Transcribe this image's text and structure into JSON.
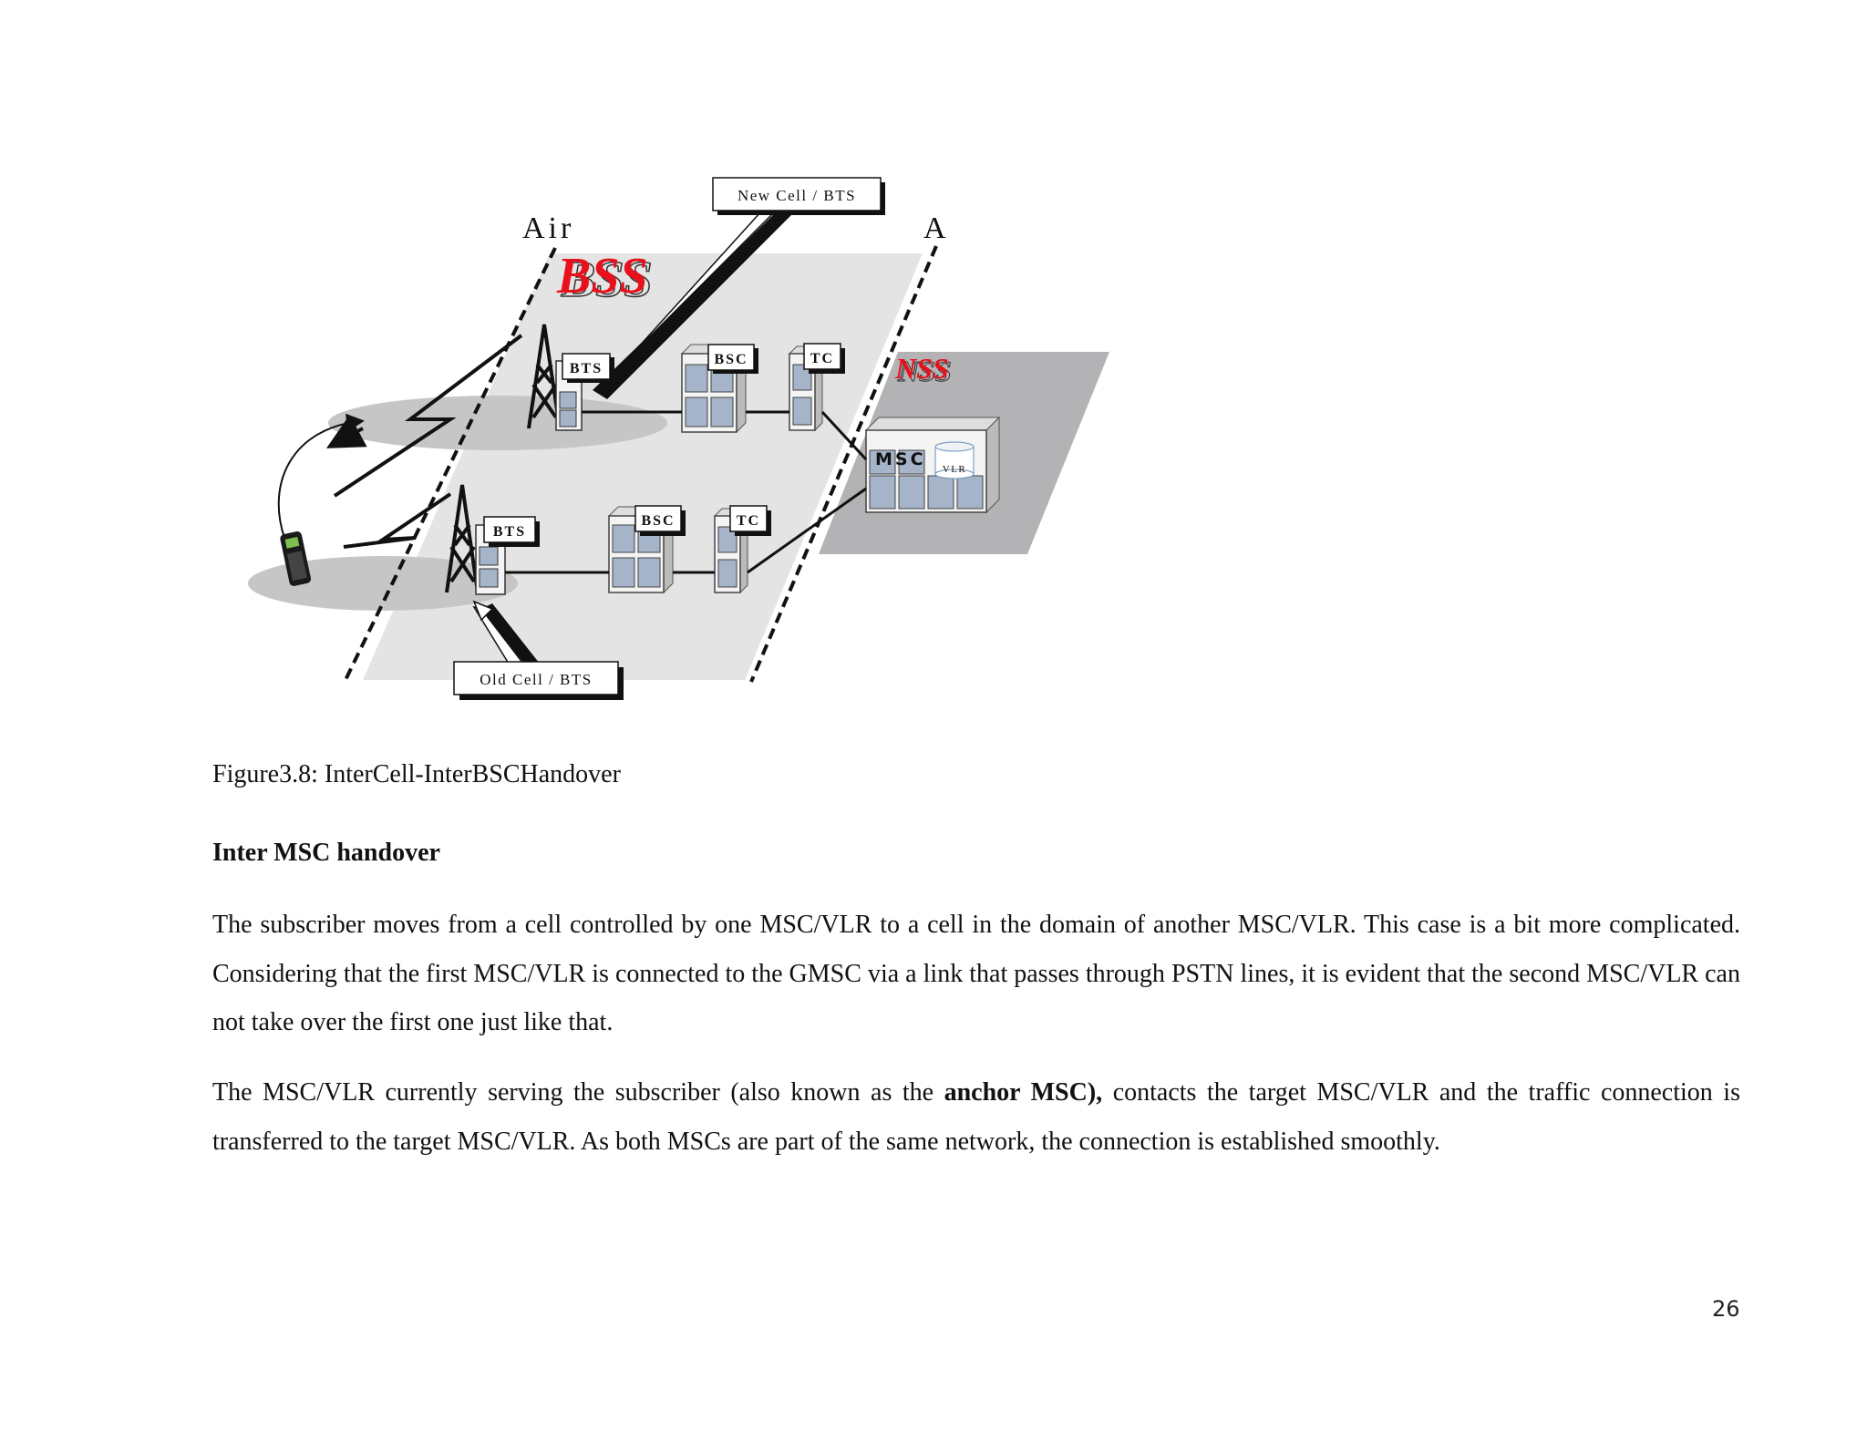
{
  "figure": {
    "label_air": "Air",
    "label_a": "A",
    "label_bss": "BSS",
    "label_nss": "NSS",
    "label_new_cell": "New Cell / BTS",
    "label_old_cell": "Old Cell / BTS",
    "bts_top": "BTS",
    "bsc_top": "BSC",
    "tc_top": "TC",
    "bts_bottom": "BTS",
    "bsc_bottom": "BSC",
    "tc_bottom": "TC",
    "msc": "MSC",
    "vlr": "VLR",
    "colors": {
      "bss_accent": "#e8101a",
      "bss_area": "#e4e4e4",
      "nss_area": "#b3b2b4",
      "equipment": "#a5b4c8"
    }
  },
  "caption": "Figure3.8: InterCell-InterBSCHandover",
  "heading": "Inter MSC handover",
  "paragraph1": "The subscriber moves from a cell controlled by one MSC/VLR to a cell in the domain of another MSC/VLR. This case is a bit more complicated. Considering that the first MSC/VLR is connected to the GMSC via a link that passes through PSTN lines, it is evident that the second MSC/VLR can not take over the first one just like that.",
  "paragraph2": {
    "before": "The MSC/VLR currently serving the subscriber (also known as the ",
    "bold": "anchor MSC),",
    "after": " contacts the target MSC/VLR and the traffic connection is transferred to the target MSC/VLR. As both MSCs are part of the same network, the connection is established smoothly."
  },
  "page_number": "26"
}
